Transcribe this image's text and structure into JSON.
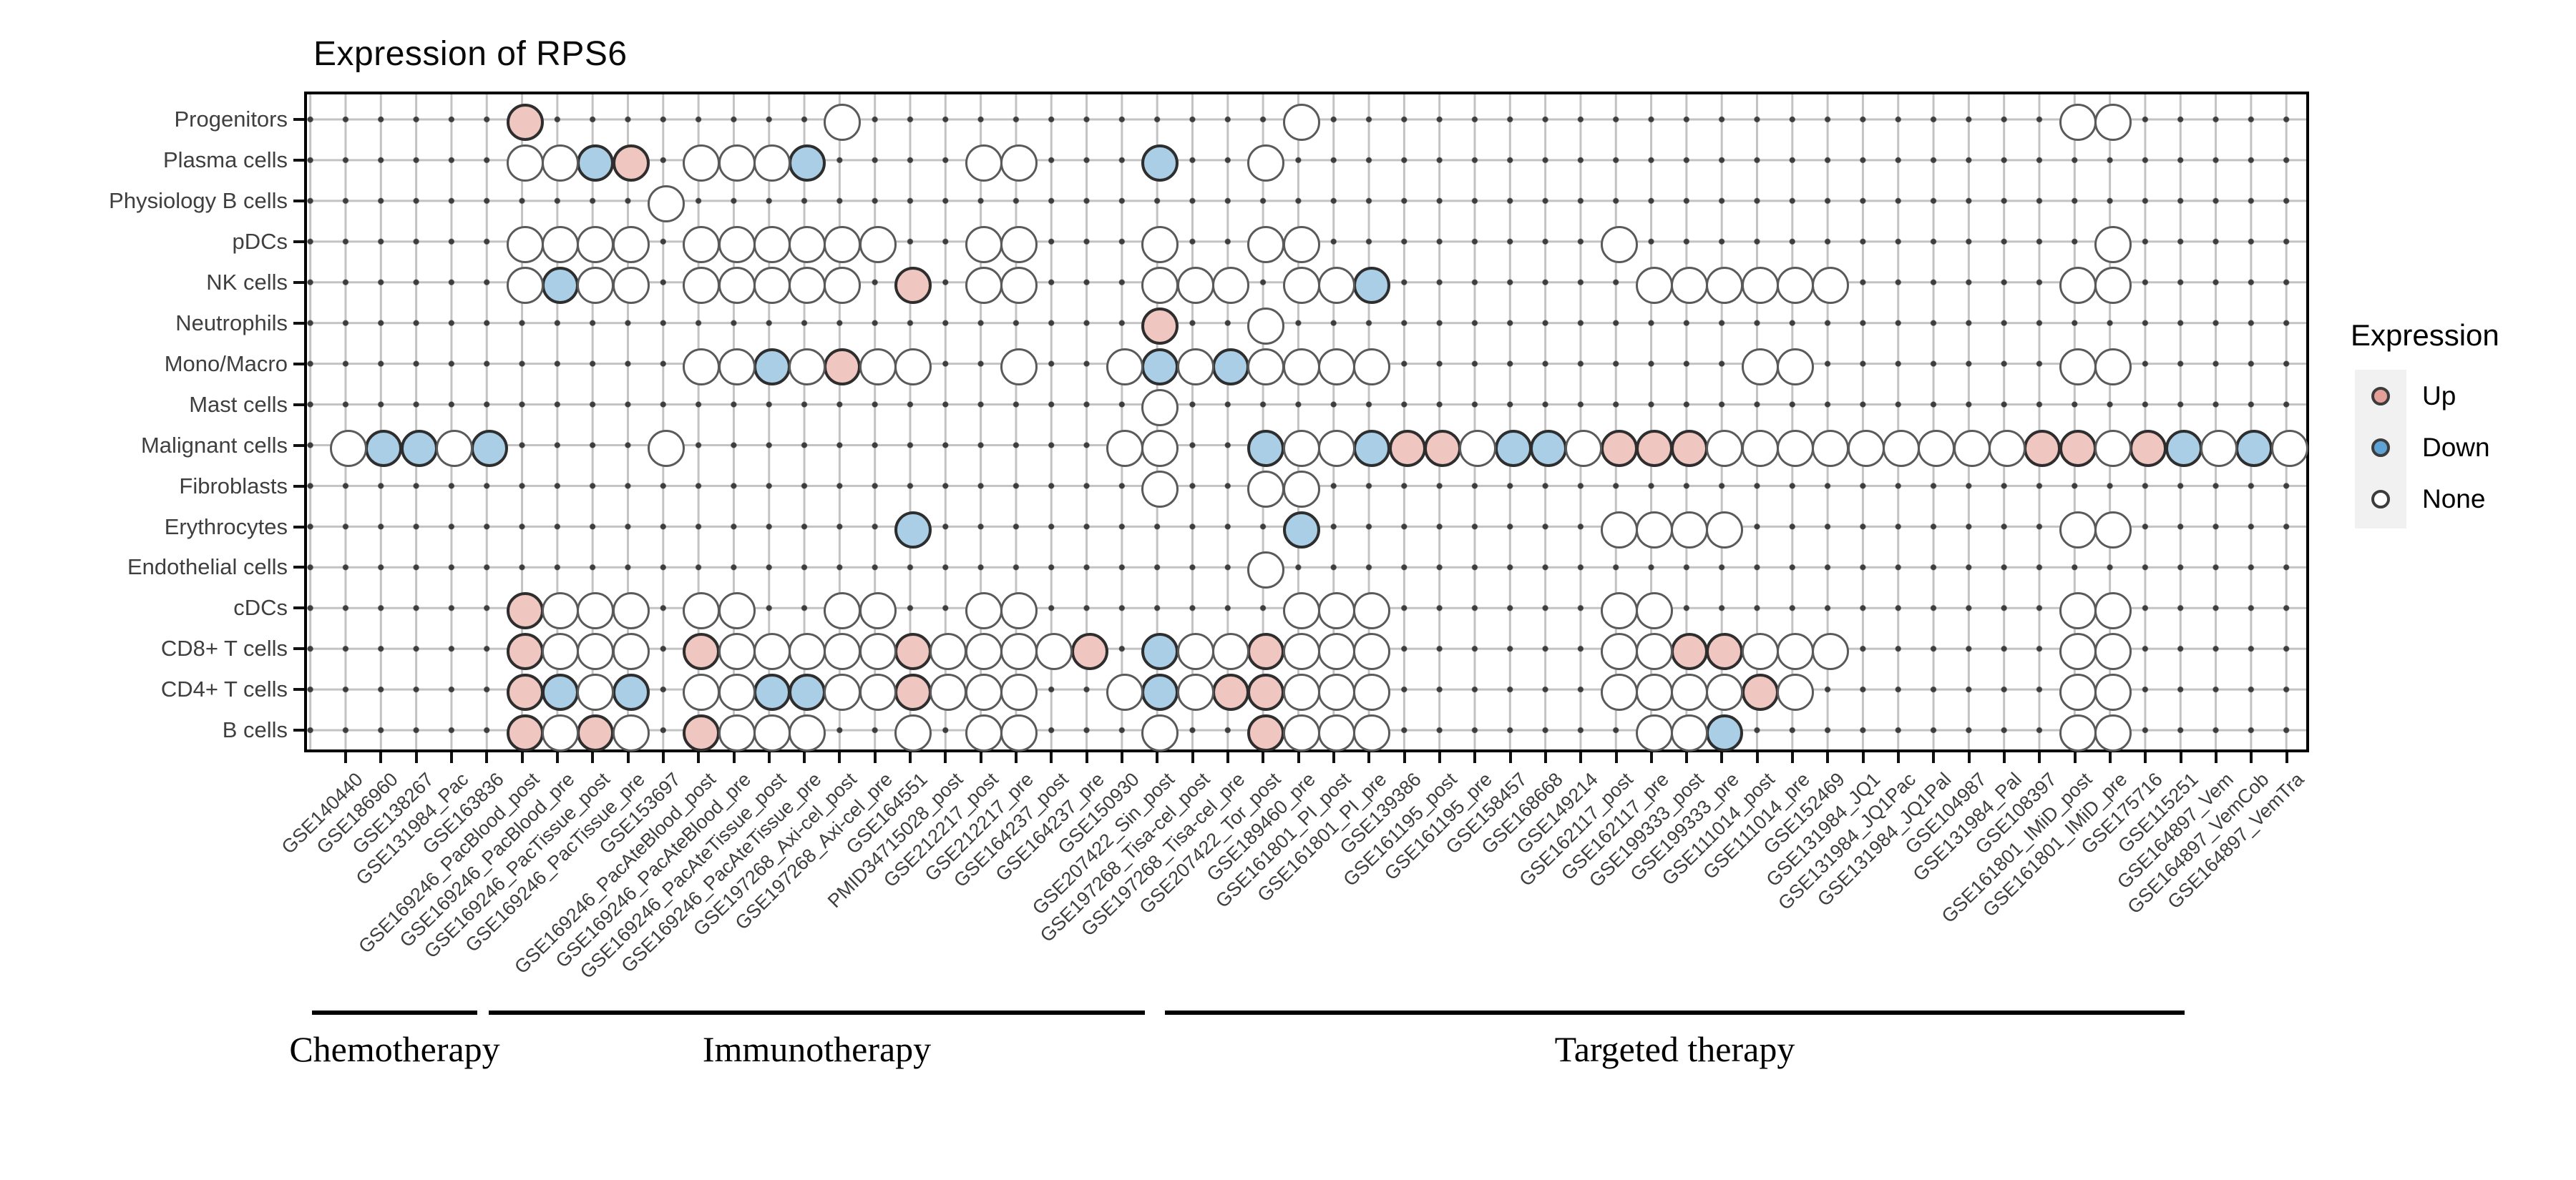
{
  "title": "Expression of RPS6",
  "legend": {
    "title": "Expression",
    "items": [
      {
        "label": "Up",
        "color": "#e39f98"
      },
      {
        "label": "Down",
        "color": "#5ea3d3"
      },
      {
        "label": "None",
        "color": "#ffffff"
      }
    ]
  },
  "colors": {
    "up_fill": "#efc6c0",
    "down_fill": "#a9cee6",
    "none_fill": "#ffffff",
    "grid_line": "#c3c3c3",
    "axis_text": "#3f3f3f"
  },
  "chart_data": {
    "type": "heatmap",
    "title": "Expression of RPS6",
    "value_domain": [
      "up",
      "down",
      "none"
    ],
    "legend_title": "Expression",
    "columns": [
      "GSE140440",
      "GSE186960",
      "GSE138267",
      "GSE131984_Pac",
      "GSE163836",
      "GSE169246_PacBlood_post",
      "GSE169246_PacBlood_pre",
      "GSE169246_PacTissue_post",
      "GSE169246_PacTissue_pre",
      "GSE153697",
      "GSE169246_PacAteBlood_post",
      "GSE169246_PacAteBlood_pre",
      "GSE169246_PacAteTissue_post",
      "GSE169246_PacAteTissue_pre",
      "GSE197268_Axi-cel_post",
      "GSE197268_Axi-cel_pre",
      "GSE164551",
      "PMID34715028_post",
      "GSE212217_post",
      "GSE212217_pre",
      "GSE164237_post",
      "GSE164237_pre",
      "GSE150930",
      "GSE207422_Sin_post",
      "GSE197268_Tisa-cel_post",
      "GSE197268_Tisa-cel_pre",
      "GSE207422_Tor_post",
      "GSE189460_pre",
      "GSE161801_PI_post",
      "GSE161801_PI_pre",
      "GSE139386",
      "GSE161195_post",
      "GSE161195_pre",
      "GSE158457",
      "GSE168668",
      "GSE149214",
      "GSE162117_post",
      "GSE162117_pre",
      "GSE199333_post",
      "GSE199333_pre",
      "GSE111014_post",
      "GSE111014_pre",
      "GSE152469",
      "GSE131984_JQ1",
      "GSE131984_JQ1Pac",
      "GSE131984_JQ1Pal",
      "GSE104987",
      "GSE131984_Pal",
      "GSE108397",
      "GSE161801_IMiD_post",
      "GSE161801_IMiD_pre",
      "GSE175716",
      "GSE115251",
      "GSE164897_Vem",
      "GSE164897_VemCob",
      "GSE164897_VemTra"
    ],
    "rows": [
      "Progenitors",
      "Plasma cells",
      "Physiology B cells",
      "pDCs",
      "NK cells",
      "Neutrophils",
      "Mono/Macro",
      "Mast cells",
      "Malignant cells",
      "Fibroblasts",
      "Erythrocytes",
      "Endothelial cells",
      "cDCs",
      "CD8+ T cells",
      "CD4+ T cells",
      "B cells"
    ],
    "groups": [
      {
        "label": "Chemotherapy",
        "col_start": 1,
        "col_end": 4
      },
      {
        "label": "Immunotherapy",
        "col_start": 5,
        "col_end": 23
      },
      {
        "label": "Targeted therapy",
        "col_start": 24,
        "col_end": 53
      }
    ],
    "dots": [
      {
        "row": "Progenitors",
        "up": [
          6
        ],
        "down": [],
        "none": [
          15,
          28,
          50,
          51
        ]
      },
      {
        "row": "Plasma cells",
        "up": [
          9
        ],
        "down": [
          8,
          14,
          24
        ],
        "none": [
          6,
          7,
          11,
          12,
          13,
          19,
          20,
          27
        ]
      },
      {
        "row": "Physiology B cells",
        "up": [],
        "down": [],
        "none": [
          10
        ]
      },
      {
        "row": "pDCs",
        "up": [],
        "down": [],
        "none": [
          6,
          7,
          8,
          9,
          11,
          12,
          13,
          14,
          15,
          16,
          19,
          20,
          24,
          27,
          28,
          37,
          51
        ]
      },
      {
        "row": "NK cells",
        "up": [
          17
        ],
        "down": [
          7,
          30
        ],
        "none": [
          6,
          8,
          9,
          11,
          12,
          13,
          14,
          15,
          19,
          20,
          24,
          25,
          26,
          28,
          29,
          38,
          39,
          40,
          41,
          42,
          43,
          50,
          51
        ]
      },
      {
        "row": "Neutrophils",
        "up": [
          24
        ],
        "down": [],
        "none": [
          27
        ]
      },
      {
        "row": "Mono/Macro",
        "up": [
          15
        ],
        "down": [
          13,
          24,
          26
        ],
        "none": [
          11,
          12,
          14,
          16,
          17,
          20,
          23,
          25,
          27,
          28,
          29,
          30,
          41,
          42,
          50,
          51
        ]
      },
      {
        "row": "Mast cells",
        "up": [],
        "down": [],
        "none": [
          24
        ]
      },
      {
        "row": "Malignant cells",
        "up": [
          31,
          32,
          37,
          38,
          39,
          49,
          50,
          52
        ],
        "down": [
          2,
          3,
          5,
          27,
          30,
          34,
          35,
          53,
          55
        ],
        "none": [
          1,
          4,
          10,
          23,
          24,
          28,
          29,
          33,
          36,
          40,
          41,
          42,
          43,
          44,
          45,
          46,
          47,
          48,
          51,
          54,
          56
        ]
      },
      {
        "row": "Fibroblasts",
        "up": [],
        "down": [],
        "none": [
          24,
          27,
          28
        ]
      },
      {
        "row": "Erythrocytes",
        "up": [],
        "down": [
          17,
          28
        ],
        "none": [
          37,
          38,
          39,
          40,
          50,
          51
        ]
      },
      {
        "row": "Endothelial cells",
        "up": [],
        "down": [],
        "none": [
          27
        ]
      },
      {
        "row": "cDCs",
        "up": [
          6
        ],
        "down": [],
        "none": [
          7,
          8,
          9,
          11,
          12,
          15,
          16,
          19,
          20,
          28,
          29,
          30,
          37,
          38,
          50,
          51
        ]
      },
      {
        "row": "CD8+ T cells",
        "up": [
          6,
          11,
          17,
          22,
          27,
          39,
          40
        ],
        "down": [
          24
        ],
        "none": [
          7,
          8,
          9,
          12,
          13,
          14,
          15,
          16,
          18,
          19,
          20,
          21,
          25,
          26,
          28,
          29,
          30,
          37,
          38,
          41,
          42,
          43,
          50,
          51
        ]
      },
      {
        "row": "CD4+ T cells",
        "up": [
          6,
          17,
          26,
          27,
          41
        ],
        "down": [
          7,
          9,
          13,
          14,
          24
        ],
        "none": [
          8,
          11,
          12,
          15,
          16,
          18,
          19,
          20,
          23,
          25,
          28,
          29,
          30,
          37,
          38,
          39,
          40,
          42,
          50,
          51
        ]
      },
      {
        "row": "B cells",
        "up": [
          6,
          8,
          11,
          27
        ],
        "down": [
          40
        ],
        "none": [
          7,
          9,
          12,
          13,
          14,
          17,
          19,
          20,
          24,
          28,
          29,
          30,
          38,
          39,
          50,
          51
        ]
      }
    ]
  }
}
